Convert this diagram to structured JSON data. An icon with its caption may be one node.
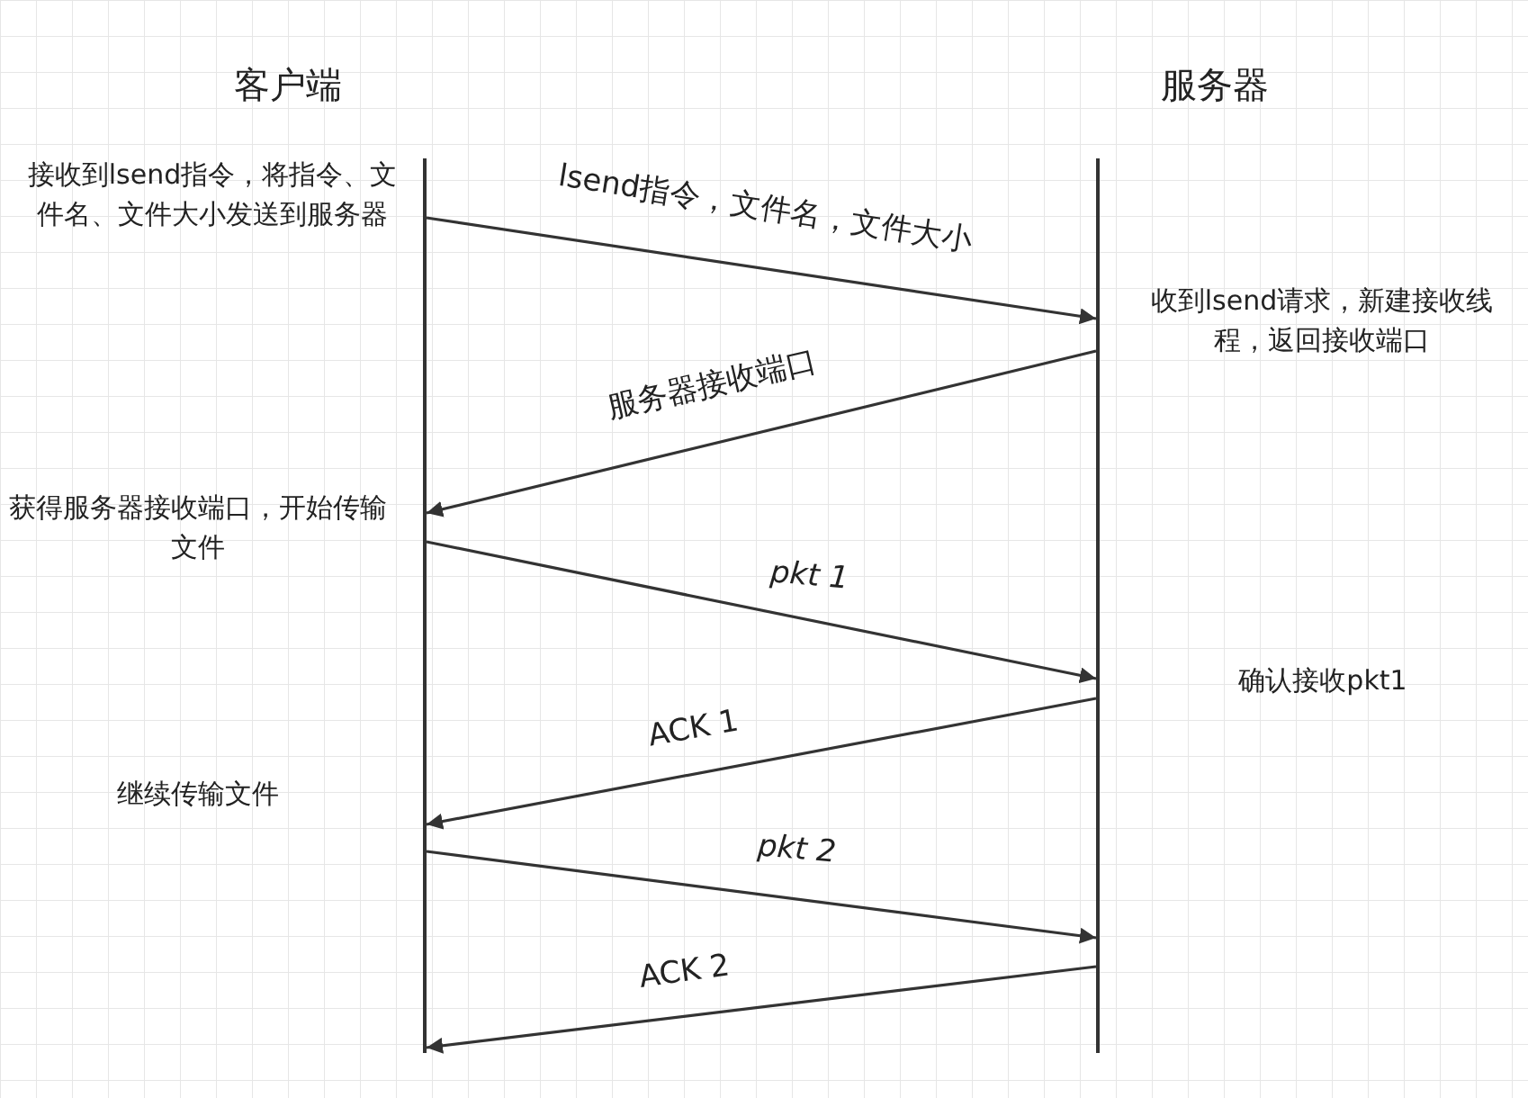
{
  "diagram": {
    "nodes": [
      {
        "text": [],
        "shape": "bar",
        "beside": [
          "客户端"
        ]
      },
      {
        "text": [],
        "shape": "bar",
        "beside": [
          "服务器"
        ]
      }
    ],
    "edges": [
      {
        "from": 0,
        "to": 1,
        "arrow": "to",
        "label": "lsend指令，文件名，文件大小"
      },
      {
        "from": 1,
        "to": 0,
        "arrow": "to",
        "label": "服务器接收端口"
      },
      {
        "from": 0,
        "to": 1,
        "arrow": "to",
        "label": "pkt 1"
      },
      {
        "from": 1,
        "to": 0,
        "arrow": "to",
        "label": "ACK 1"
      },
      {
        "from": 0,
        "to": 1,
        "arrow": "to",
        "label": "pkt 2"
      },
      {
        "from": 1,
        "to": 0,
        "arrow": "to",
        "label": "ACK 2"
      }
    ],
    "labels": [
      "接收到lsend指令，将指令、文件名、文件大小发送到服务器",
      "收到lsend请求，新建接收线程，返回接收端口",
      "获得服务器接收端口，开始传输文件",
      "确认接收pkt1",
      "继续传输文件"
    ]
  }
}
